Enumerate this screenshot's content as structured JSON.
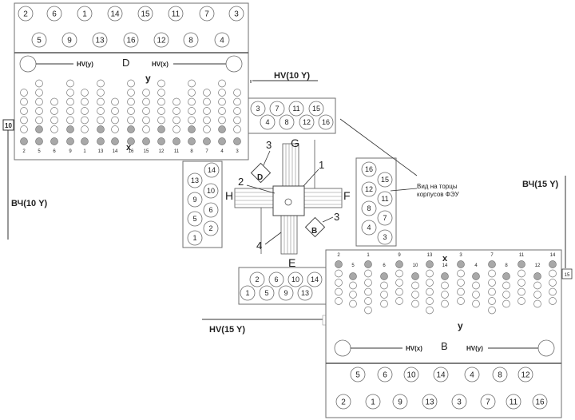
{
  "panel_d": {
    "letter": "D",
    "hv_y": "HV(y)",
    "hv_x": "HV(x)",
    "axis_x": "x",
    "axis_y": "y",
    "top_row1": [
      "2",
      "6",
      "1",
      "14",
      "15",
      "11",
      "7",
      "3"
    ],
    "top_row2": [
      "5",
      "9",
      "13",
      "16",
      "12",
      "8",
      "4"
    ],
    "bottom_pins": [
      "2",
      "5",
      "6",
      "9",
      "1",
      "13",
      "14",
      "16",
      "15",
      "12",
      "11",
      "8",
      "7",
      "4",
      "3"
    ]
  },
  "panel_b": {
    "letter": "B",
    "hv_x": "HV(x)",
    "hv_y": "HV(y)",
    "axis_x": "x",
    "axis_y": "y",
    "top_pins": [
      "2",
      "5",
      "1",
      "6",
      "9",
      "10",
      "13",
      "14",
      "3",
      "4",
      "7",
      "8",
      "11",
      "12",
      "14"
    ],
    "bottom_row1": [
      "5",
      "6",
      "10",
      "14",
      "4",
      "8",
      "12"
    ],
    "bottom_row2": [
      "2",
      "1",
      "9",
      "13",
      "3",
      "7",
      "11",
      "16"
    ]
  },
  "labels": {
    "hv_10y": "HV(10 Y)",
    "hv_15y": "HV(15 Y)",
    "vch_10y": "ВЧ(10 Y)",
    "vch_15y": "ВЧ(15 Y)",
    "box_10": "10",
    "box_15": "15",
    "view_note_line1": "Вид на торцы",
    "view_note_line2": "корпусов ФЭУ"
  },
  "center": {
    "g": "G",
    "h": "H",
    "f": "F",
    "e": "E",
    "n1": "1",
    "n2": "2",
    "n3a": "3",
    "n3b": "3",
    "n4": "4",
    "d": "D",
    "b": "B"
  },
  "box_top_right": {
    "row1": [
      "3",
      "7",
      "11",
      "15"
    ],
    "row2": [
      "4",
      "8",
      "12",
      "16"
    ]
  },
  "box_right": [
    "16",
    "15",
    "12",
    "11",
    "8",
    "7",
    "4",
    "3"
  ],
  "box_left": [
    "14",
    "13",
    "10",
    "9",
    "6",
    "5",
    "2",
    "1"
  ],
  "box_bottom": {
    "row1": [
      "2",
      "6",
      "10",
      "14"
    ],
    "row2": [
      "1",
      "5",
      "9",
      "13"
    ]
  }
}
